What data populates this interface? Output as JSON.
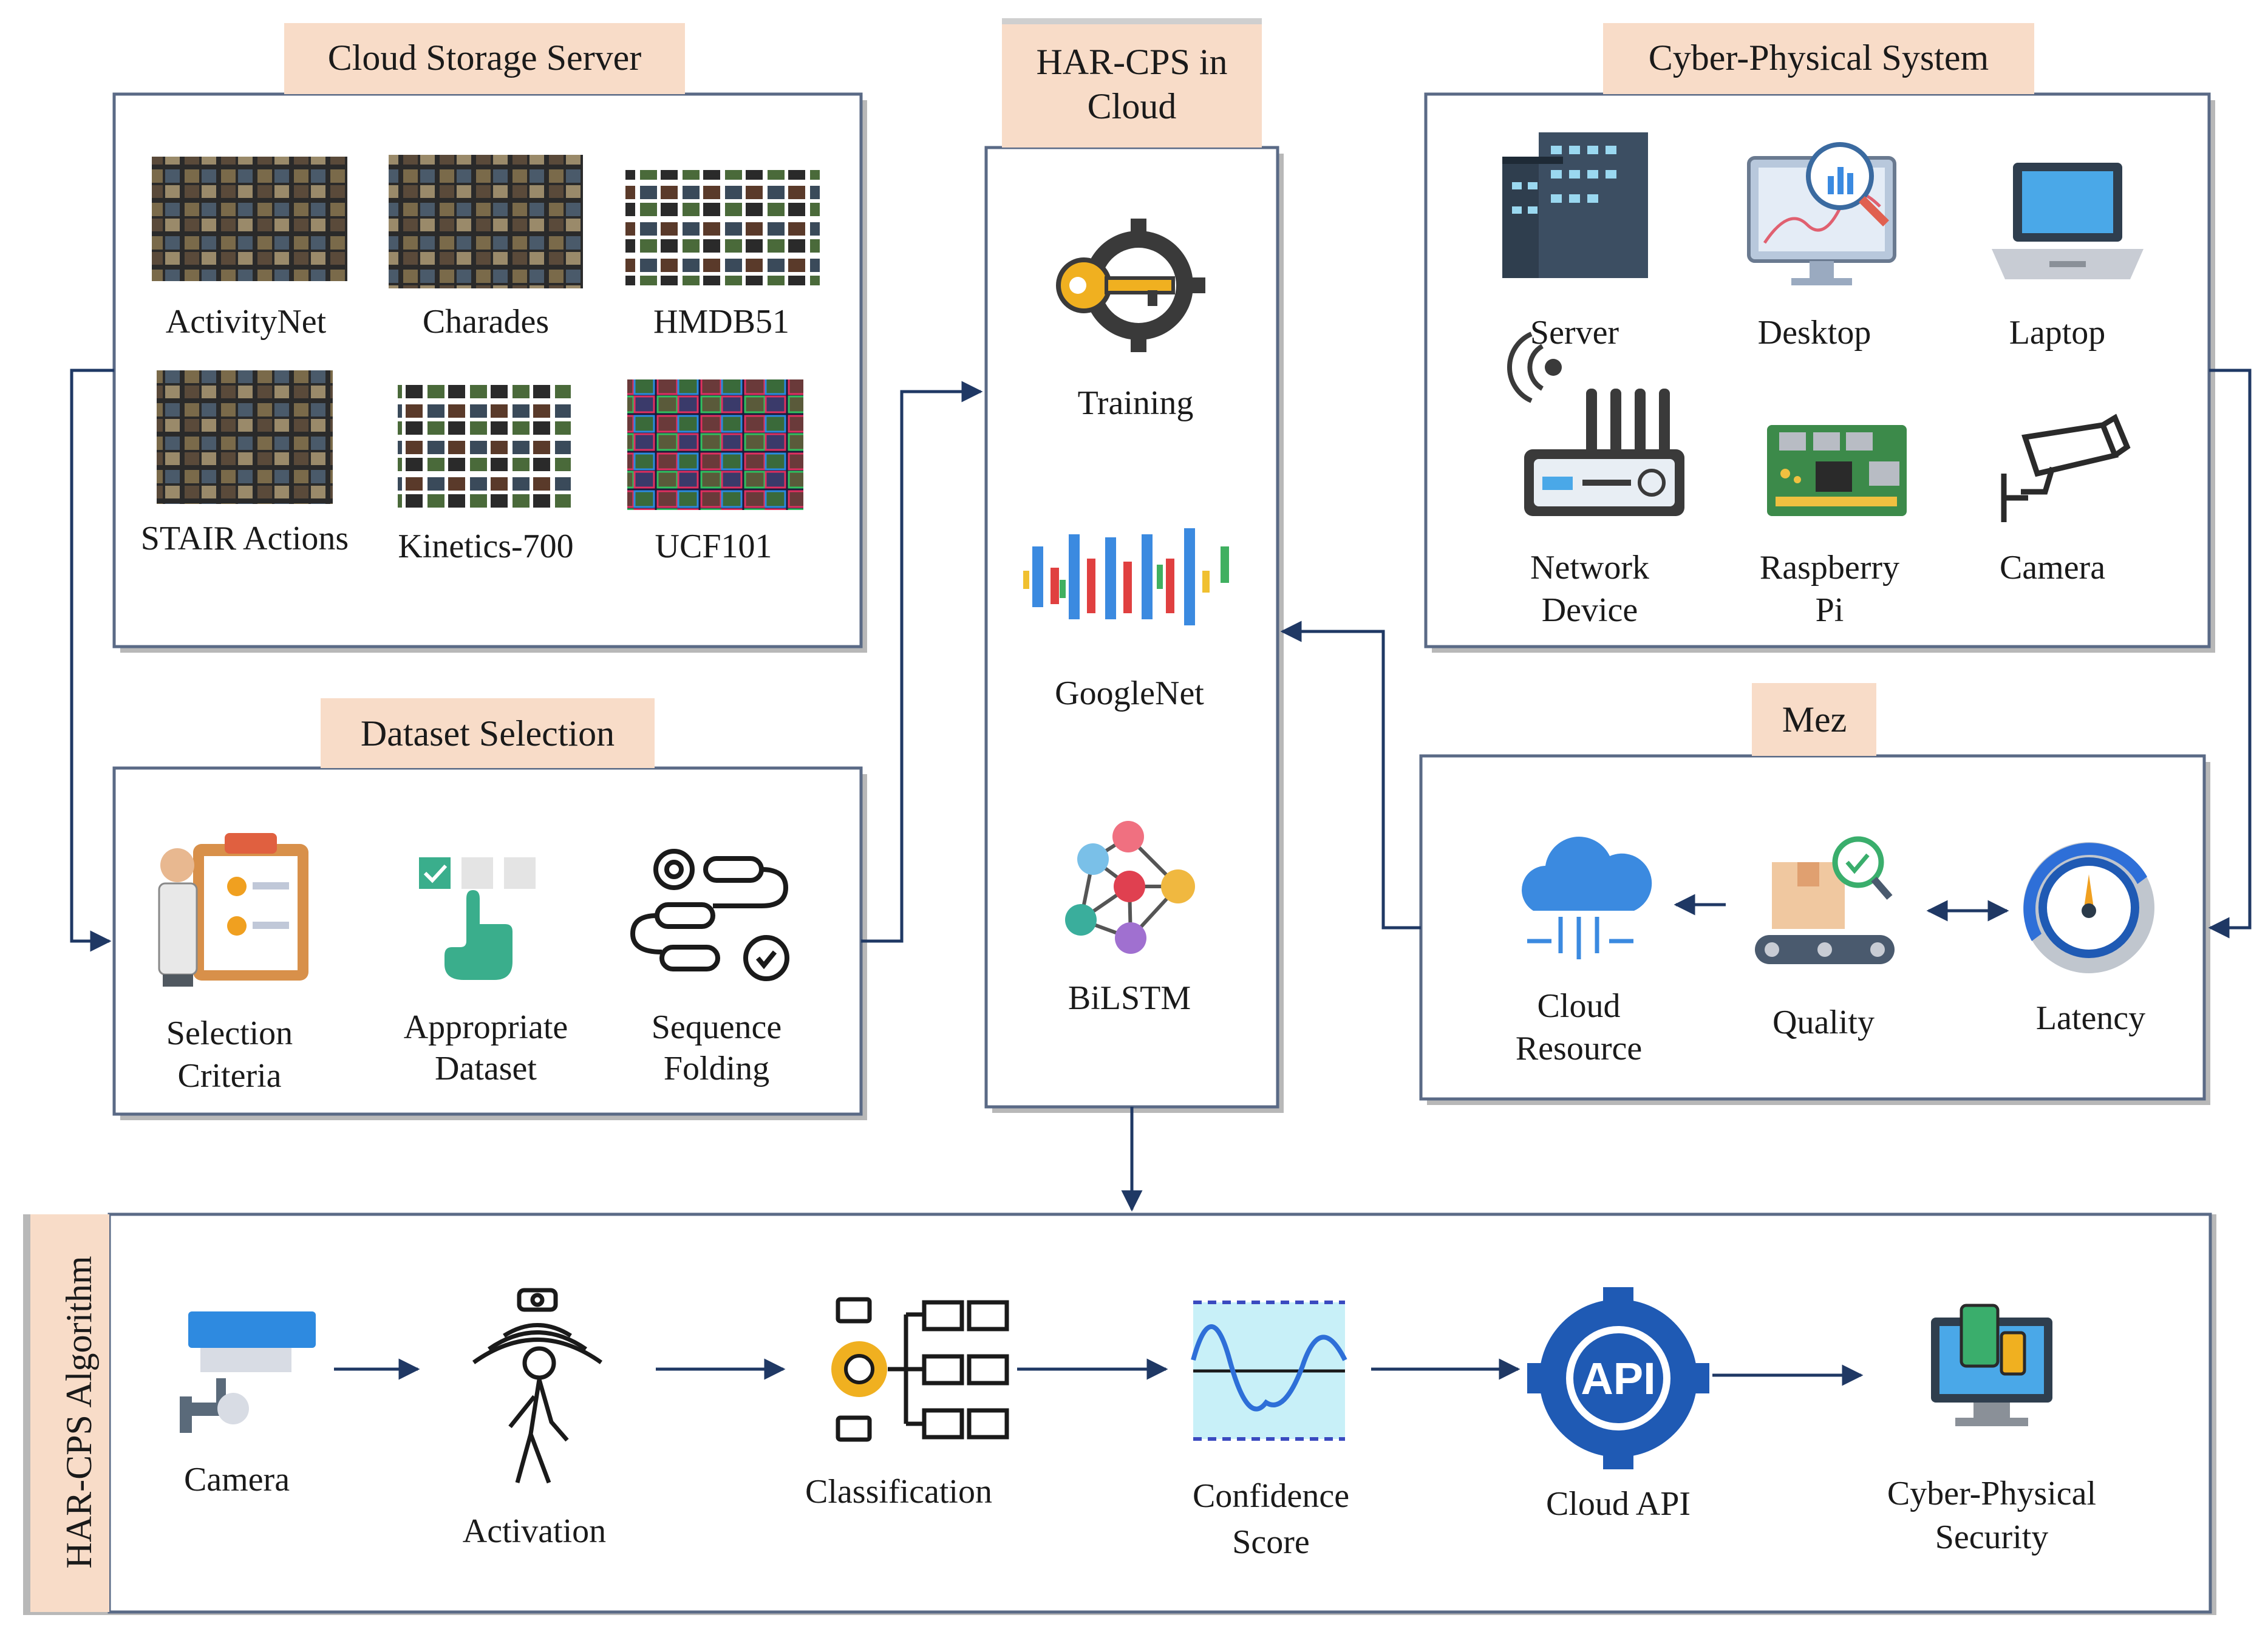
{
  "sections": {
    "cloud_storage": {
      "title": "Cloud Storage Server",
      "items": [
        "ActivityNet",
        "Charades",
        "HMDB51",
        "STAIR Actions",
        "Kinetics-700",
        "UCF101"
      ]
    },
    "dataset_selection": {
      "title": "Dataset Selection",
      "items": [
        "Selection Criteria",
        "Appropriate Dataset",
        "Sequence Folding"
      ]
    },
    "har_cps_cloud": {
      "title": "HAR-CPS in Cloud",
      "items": [
        "Training",
        "GoogleNet",
        "BiLSTM"
      ]
    },
    "cps": {
      "title": "Cyber-Physical System",
      "items": [
        "Server",
        "Desktop",
        "Laptop",
        "Network Device",
        "Raspberry Pi",
        "Camera"
      ]
    },
    "mez": {
      "title": "Mez",
      "items": [
        "Cloud Resource",
        "Quality",
        "Latency"
      ]
    },
    "algorithm": {
      "title": "HAR-CPS Algorithm",
      "items": [
        "Camera",
        "Activation",
        "Classification",
        "Confidence Score",
        "Cloud API",
        "Cyber-Physical Security"
      ]
    }
  },
  "icons": {
    "training": "gear-key-icon",
    "googlenet": "network-layers-icon",
    "bilstm": "neural-graph-icon",
    "server": "server-rack-icon",
    "desktop": "desktop-chart-icon",
    "laptop": "laptop-icon",
    "network_device": "router-icon",
    "raspberry_pi": "circuit-board-icon",
    "cps_camera": "cctv-camera-icon",
    "cloud_resource": "cloud-icon",
    "quality": "conveyor-box-icon",
    "latency": "gauge-icon",
    "selection_criteria": "clipboard-checklist-icon",
    "appropriate_dataset": "hand-select-icon",
    "sequence_folding": "gear-flow-icon",
    "alg_camera": "security-camera-icon",
    "activation": "motion-sensor-icon",
    "classification": "gear-tree-icon",
    "confidence_score": "waveform-icon",
    "cloud_api": "api-gear-icon",
    "cps_security": "monitor-devices-icon"
  },
  "colors": {
    "tab_fill": "#f8dcc8",
    "box_stroke": "#5a6a86",
    "arrow": "#1f3864",
    "accent_blue": "#2e6fd8",
    "accent_cyan": "#3cc6f0"
  }
}
